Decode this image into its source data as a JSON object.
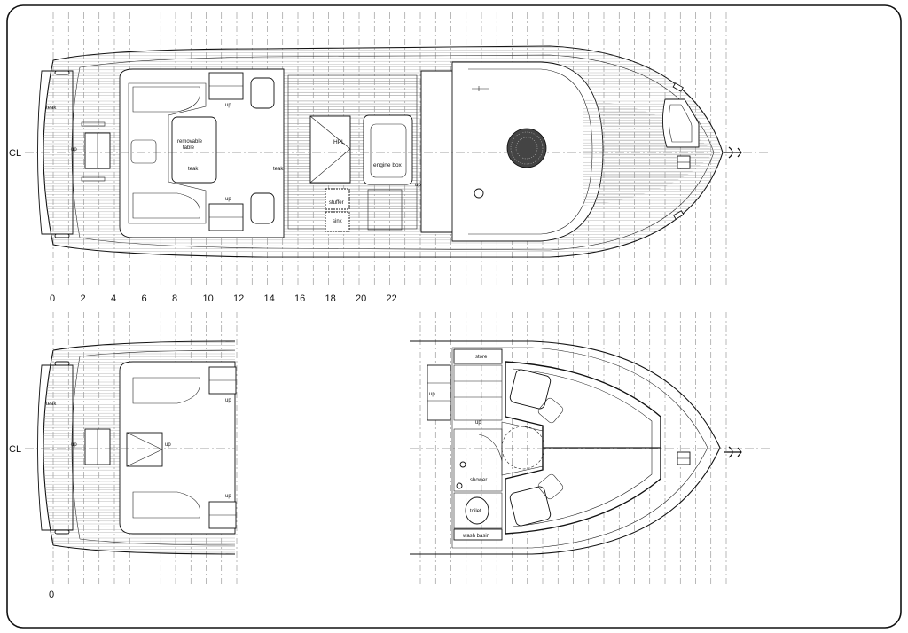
{
  "centerline_label": "CL",
  "station_numbers_top": [
    "0",
    "2",
    "4",
    "6",
    "8",
    "10",
    "12",
    "14",
    "16",
    "18",
    "20",
    "22"
  ],
  "station_number_bottom": "0",
  "deck_plan": {
    "labels": {
      "teak_aft": "teak",
      "up_transom": "up",
      "removable_table_line1": "removable",
      "removable_table_line2": "table",
      "teak_table": "teak",
      "teak_cockpit": "teak",
      "up_top": "up",
      "up_bottom": "up",
      "hpl": "HPL",
      "engine_box": "engine box",
      "stuffer": "stuffer",
      "sink": "sink",
      "up_cabin": "up"
    }
  },
  "alt_deck_plan": {
    "labels": {
      "teak_aft": "teak",
      "up_transom": "up",
      "up_hatch": "up",
      "up_top": "up",
      "up_bottom": "up"
    }
  },
  "cabin_plan": {
    "labels": {
      "store": "store",
      "up_steps": "up",
      "up_center": "up",
      "shower": "shower",
      "toilet": "toilet",
      "wash_basin": "wash basin"
    }
  }
}
